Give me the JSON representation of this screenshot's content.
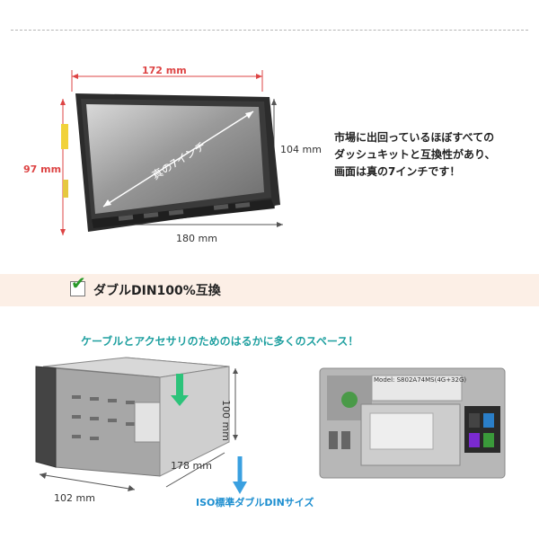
{
  "top_product": {
    "width_top": "172 mm",
    "height_left": "97 mm",
    "height_right": "104 mm",
    "width_bottom": "180 mm",
    "diagonal": "真の7インチ"
  },
  "description": [
    "市場に出回っているほぼすべての",
    "ダッシュキットと互換性があり、",
    "画面は真の7インチです！"
  ],
  "banner": {
    "text": "ダブルDIN100%互換"
  },
  "headline": "ケーブルとアクセサリのためのはるかに多くのスペース！",
  "bottom_left": {
    "height": "100 mm",
    "depth": "178 mm",
    "width": "102 mm",
    "iso_label": "ISO標準ダブルDINサイズ"
  },
  "bottom_right": {
    "model_label": "Model: S802A74MS(4G+32G)"
  },
  "colors": {
    "accent_red": "#dd4444",
    "teal": "#1fa0a0",
    "blue": "#1e8fd0",
    "band": "#fcefe6",
    "check": "#2a9a2a"
  }
}
